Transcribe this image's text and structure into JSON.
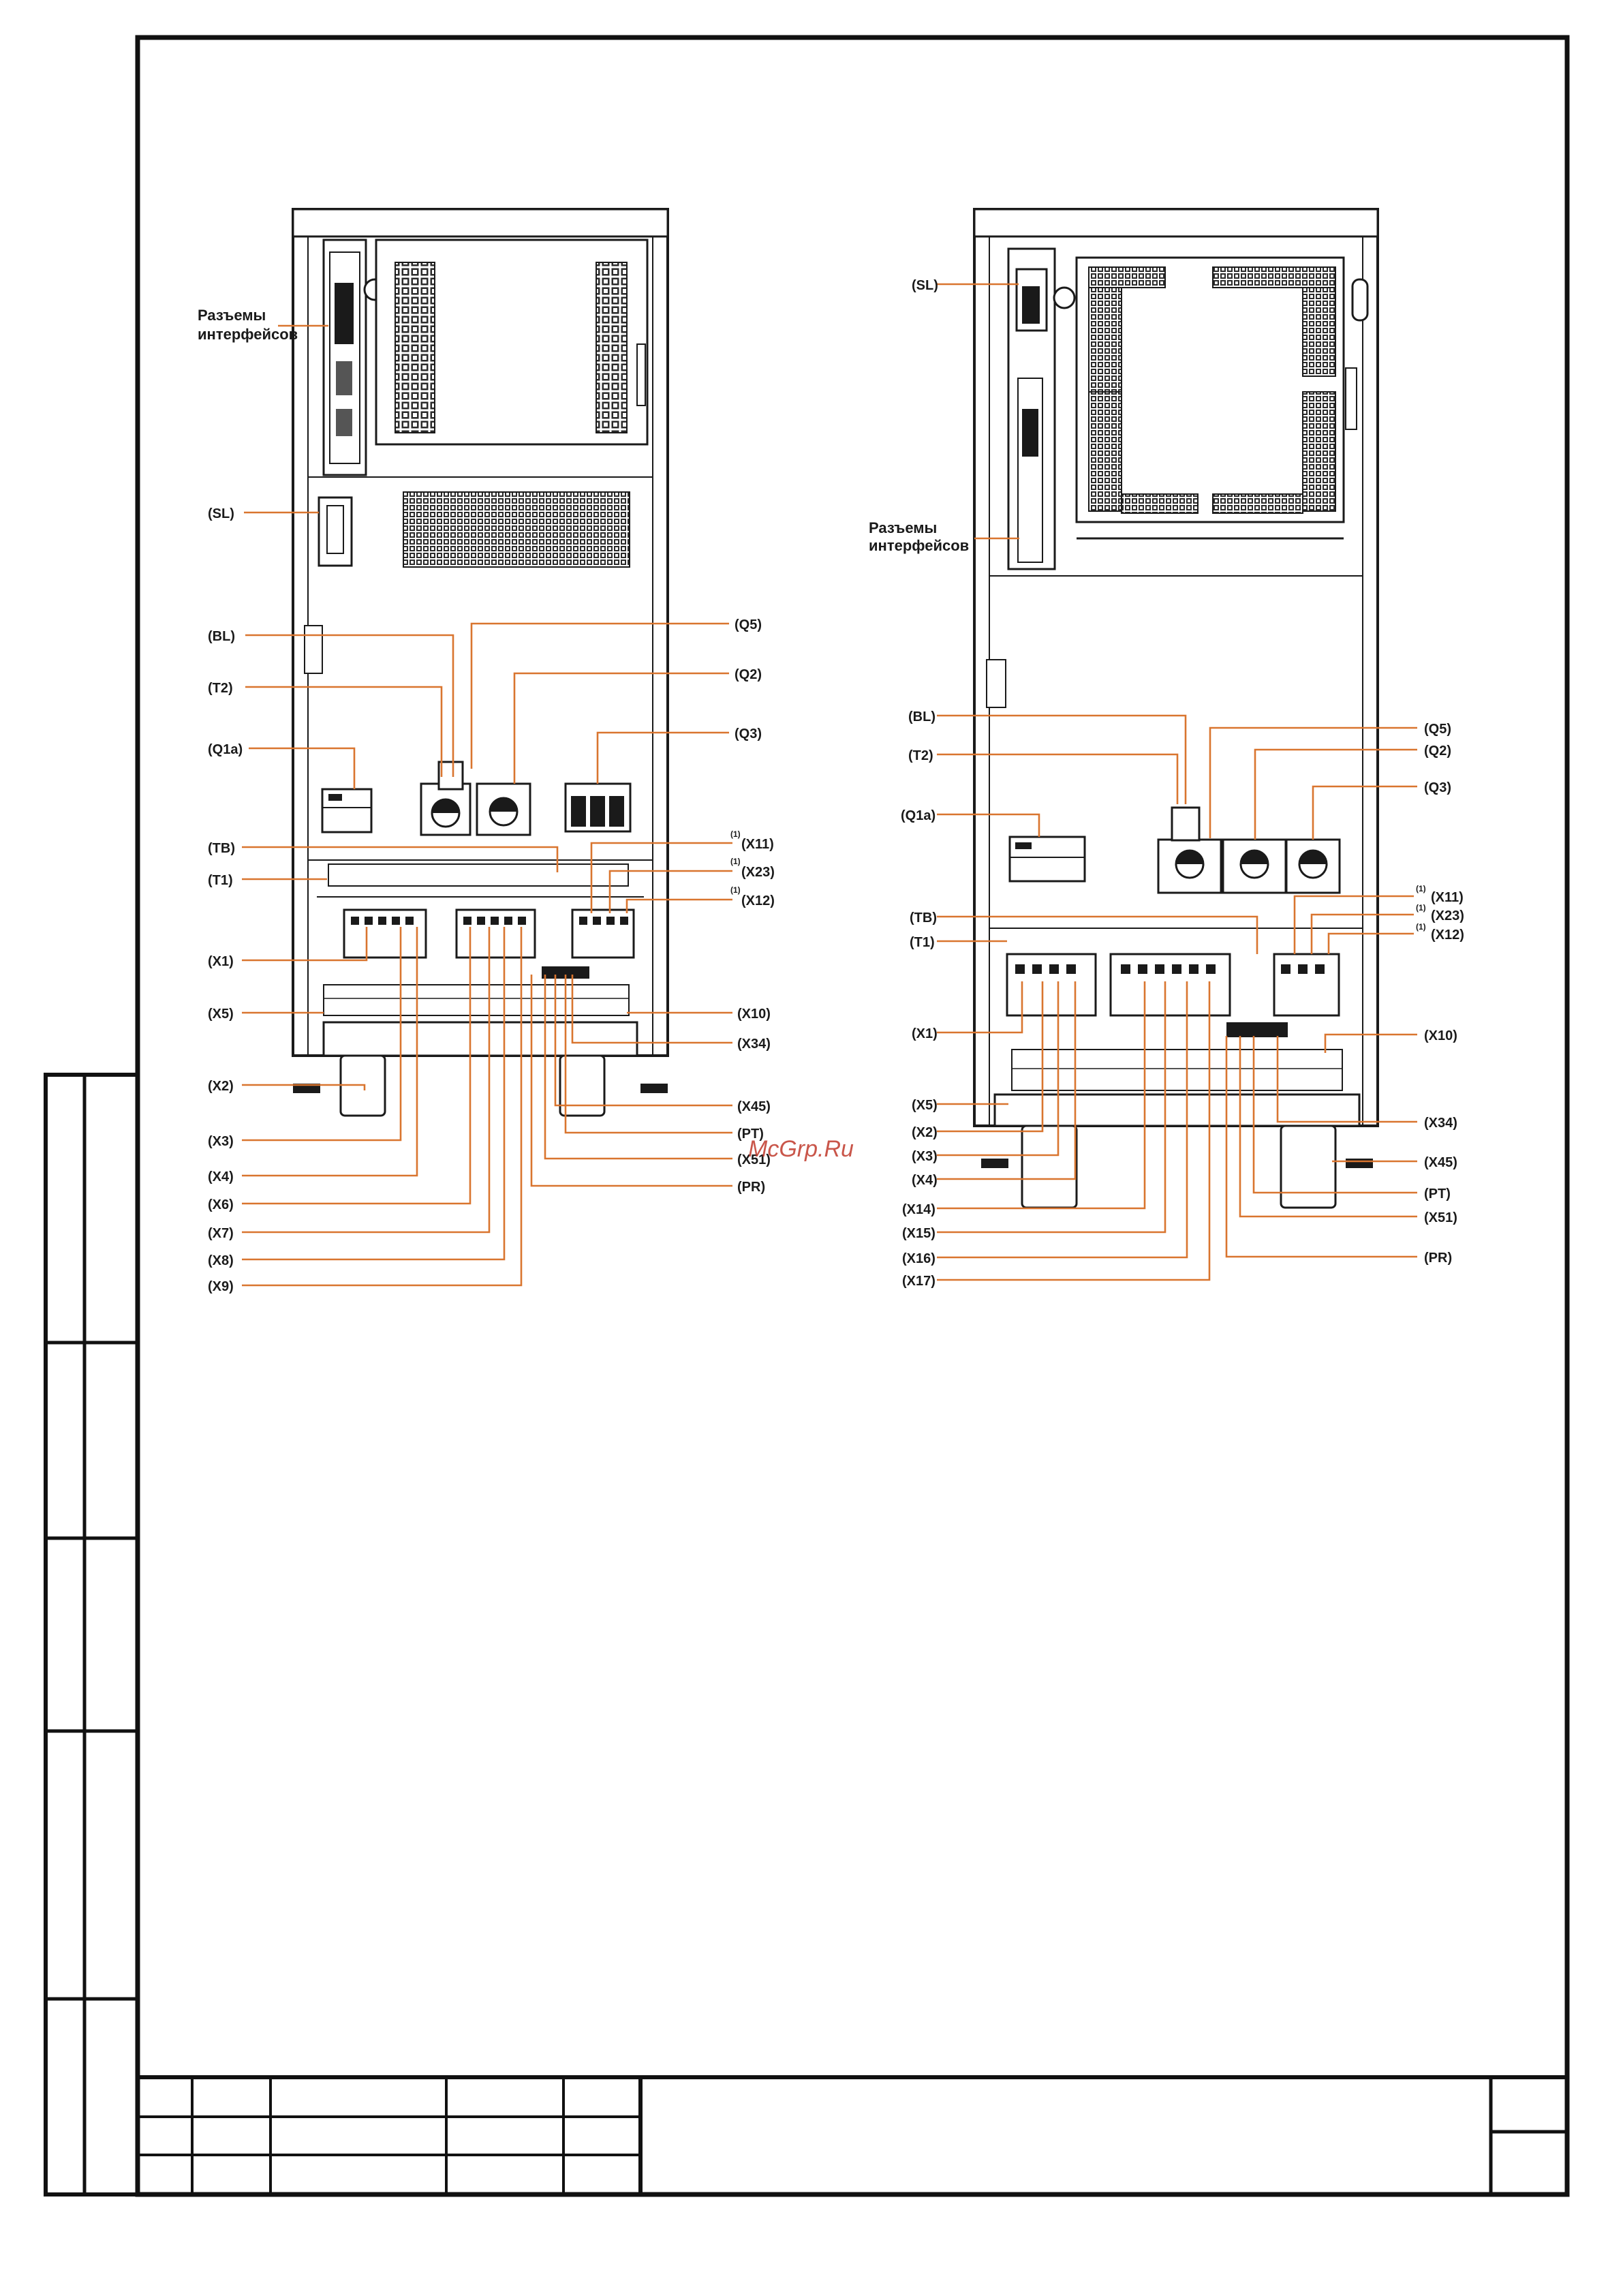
{
  "watermark": "McGrp.Ru",
  "left_unit": {
    "interface_label_line1": "Разъемы",
    "interface_label_line2": "интерфейсов",
    "labels": {
      "sl": "(SL)",
      "bl": "(BL)",
      "t2": "(T2)",
      "q1a": "(Q1a)",
      "tb": "(TB)",
      "t1": "(T1)",
      "x1": "(X1)",
      "x5": "(X5)",
      "x2": "(X2)",
      "x3": "(X3)",
      "x4": "(X4)",
      "x6": "(X6)",
      "x7": "(X7)",
      "x8": "(X8)",
      "x9": "(X9)",
      "q5": "(Q5)",
      "q2": "(Q2)",
      "q3": "(Q3)",
      "x11": "(X11)",
      "x23": "(X23)",
      "x12": "(X12)",
      "x10": "(X10)",
      "x34": "(X34)",
      "x45": "(X45)",
      "pt": "(PT)",
      "x51": "(X51)",
      "pr": "(PR)"
    },
    "footnote_marker": "(1)"
  },
  "right_unit": {
    "interface_label_line1": "Разъемы",
    "interface_label_line2": "интерфейсов",
    "labels": {
      "sl": "(SL)",
      "bl": "(BL)",
      "t2": "(T2)",
      "q1a": "(Q1a)",
      "tb": "(TB)",
      "t1": "(T1)",
      "x1": "(X1)",
      "x5": "(X5)",
      "x2": "(X2)",
      "x3": "(X3)",
      "x4": "(X4)",
      "x14": "(X14)",
      "x15": "(X15)",
      "x16": "(X16)",
      "x17": "(X17)",
      "q5": "(Q5)",
      "q2": "(Q2)",
      "q3": "(Q3)",
      "x11": "(X11)",
      "x23": "(X23)",
      "x12": "(X12)",
      "x10": "(X10)",
      "x34": "(X34)",
      "x45": "(X45)",
      "pt": "(PT)",
      "x51": "(X51)",
      "pr": "(PR)"
    },
    "footnote_marker": "(1)"
  },
  "colors": {
    "leader": "#d9752f",
    "ink": "#1a1a1a",
    "watermark": "#c0392b"
  }
}
